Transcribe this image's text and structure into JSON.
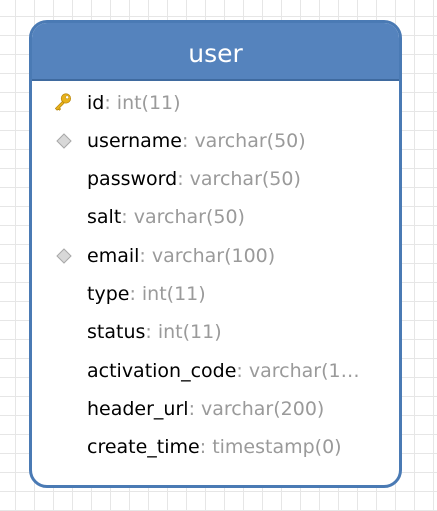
{
  "entity": {
    "name": "user",
    "fields": [
      {
        "name": "id",
        "type": ": int(11)",
        "icon": "key-icon"
      },
      {
        "name": "username",
        "type": ": varchar(50)",
        "icon": "diamond-icon"
      },
      {
        "name": "password",
        "type": ": varchar(50)",
        "icon": ""
      },
      {
        "name": "salt",
        "type": ": varchar(50)",
        "icon": ""
      },
      {
        "name": "email",
        "type": ": varchar(100)",
        "icon": "diamond-icon"
      },
      {
        "name": "type",
        "type": ": int(11)",
        "icon": ""
      },
      {
        "name": "status",
        "type": ": int(11)",
        "icon": ""
      },
      {
        "name": "activation_code",
        "type": ": varchar(1…",
        "icon": ""
      },
      {
        "name": "header_url",
        "type": ": varchar(200)",
        "icon": ""
      },
      {
        "name": "create_time",
        "type": ": timestamp(0)",
        "icon": ""
      }
    ]
  },
  "colors": {
    "header": "#5583bd",
    "border": "#4a7ab4",
    "field_name": "#000000",
    "field_type": "#9a9a9a",
    "key": "#e8b21c",
    "diamond": "#c8c8c8"
  }
}
